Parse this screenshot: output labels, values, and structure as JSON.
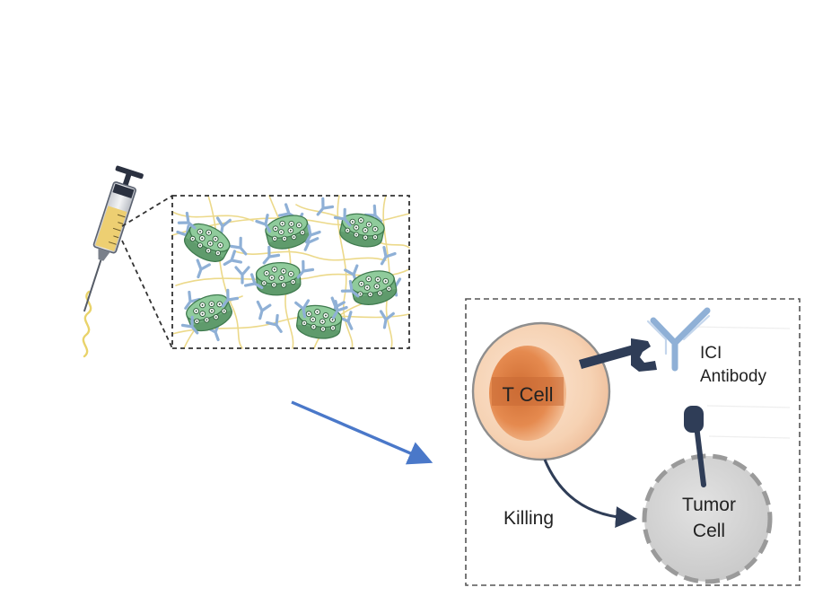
{
  "labels": {
    "t_cell": "T Cell",
    "ici_line1": "ICI",
    "ici_line2": "Antibody",
    "tumor_line1": "Tumor",
    "tumor_line2": "Cell",
    "killing": "Killing"
  },
  "colors": {
    "arrow_blue": "#4a78c9",
    "t_cell_orange": "#e8874a",
    "tumor_gray": "#c9c9c9",
    "microsphere_green": "#7fbf8e",
    "antibody_blue": "#8fb0d6",
    "fiber_yellow": "#ecd98a",
    "receptor_navy": "#2f3d57"
  },
  "icons": {
    "syringe": "syringe-icon",
    "antibody": "y-shaped-antibody-icon",
    "receptor": "receptor-icon"
  }
}
